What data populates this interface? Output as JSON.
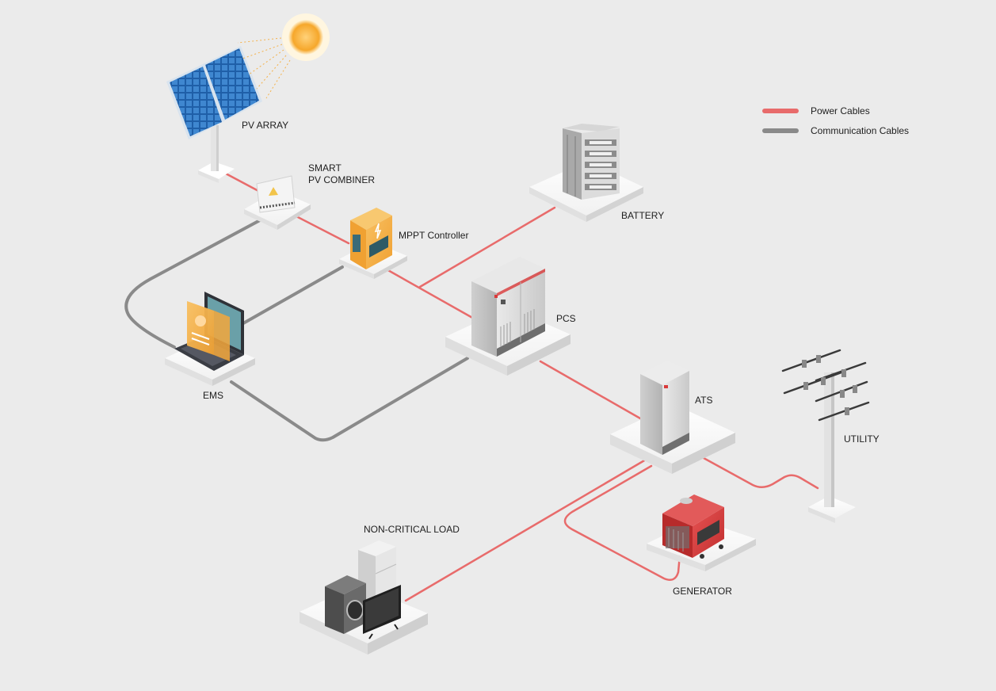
{
  "colors": {
    "power": "#e86b6b",
    "communication": "#8a8a8a",
    "background": "#ebebeb",
    "accent_orange": "#f3a73c",
    "accent_red": "#d93a3a"
  },
  "legend": {
    "power_label": "Power Cables",
    "communication_label": "Communication Cables"
  },
  "components": {
    "pv_array": "PV ARRAY",
    "smart_pv_combiner_line1": "SMART",
    "smart_pv_combiner_line2": "PV COMBINER",
    "mppt_controller": "MPPT Controller",
    "battery": "BATTERY",
    "pcs": "PCS",
    "ems": "EMS",
    "ats": "ATS",
    "utility": "UTILITY",
    "non_critical_load": "NON-CRITICAL LOAD",
    "generator": "GENERATOR"
  },
  "icons": [
    "sun-icon",
    "solar-panel-icon",
    "combiner-box-icon",
    "mppt-controller-icon",
    "battery-rack-icon",
    "pcs-cabinet-icon",
    "laptop-icon",
    "ats-cabinet-icon",
    "utility-pole-icon",
    "generator-icon",
    "washing-machine-icon",
    "refrigerator-icon",
    "television-icon"
  ]
}
